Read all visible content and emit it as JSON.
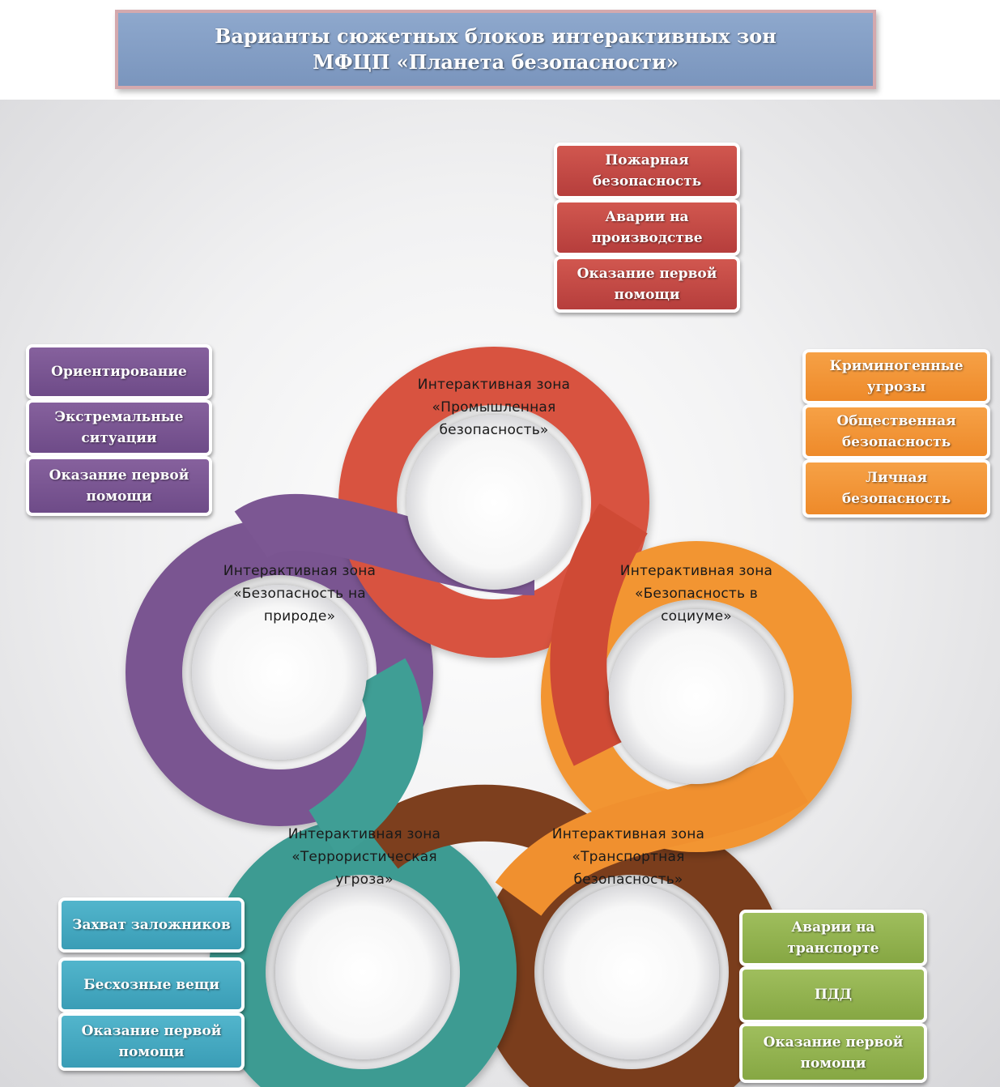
{
  "title": {
    "line1": "Варианты сюжетных блоков интерактивных зон",
    "line2": "МФЦП «Планета безопасности»"
  },
  "colors": {
    "red": "#d8533f",
    "orange": "#f29533",
    "purple": "#7a5591",
    "teal": "#3d9b92",
    "brown": "#7a3d1c"
  },
  "zones": [
    {
      "color": "red",
      "lines": [
        "Интерактивная зона",
        "«Промышленная",
        "безопасность»"
      ]
    },
    {
      "color": "orange",
      "lines": [
        "Интерактивная зона",
        "«Безопасность в",
        "социуме»"
      ]
    },
    {
      "color": "brown",
      "lines": [
        "Интерактивная зона",
        "«Транспортная",
        "безопасность»"
      ]
    },
    {
      "color": "teal",
      "lines": [
        "Интерактивная зона",
        "«Террористическая",
        "угроза»"
      ]
    },
    {
      "color": "purple",
      "lines": [
        "Интерактивная зона",
        "«Безопасность на",
        "природе»"
      ]
    }
  ],
  "blocks": {
    "industrial": [
      "Пожарная безопасность",
      "Аварии на производстве",
      "Оказание первой помощи"
    ],
    "social": [
      "Криминогенные угрозы",
      "Общественная безопасность",
      "Личная безопасность"
    ],
    "nature": [
      "Ориентирование",
      "Экстремальные ситуации",
      "Оказание первой помощи"
    ],
    "terror": [
      "Захват заложников",
      "Бесхозные вещи",
      "Оказание первой помощи"
    ],
    "transport": [
      "Аварии на транспорте",
      "ПДД",
      "Оказание первой помощи"
    ]
  }
}
